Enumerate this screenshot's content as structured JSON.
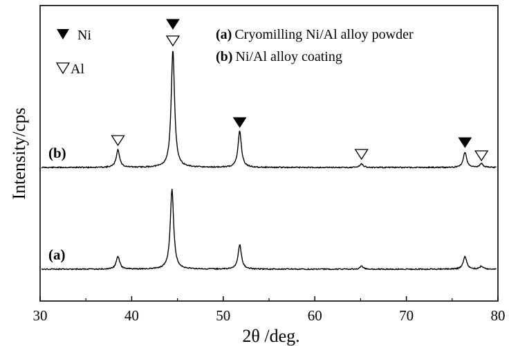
{
  "chart_data": {
    "type": "line",
    "title": "",
    "xlabel": "2θ /deg.",
    "ylabel": "Intensity/cps",
    "xlim": [
      30,
      80
    ],
    "xticks": [
      "30",
      "40",
      "50",
      "60",
      "70",
      "80"
    ],
    "y_ticks_labeled": false,
    "grid": false,
    "series": [
      {
        "name": "(b)",
        "peaks": [
          {
            "x": 38.5,
            "height": 0.15,
            "phase": "Al"
          },
          {
            "x": 44.5,
            "height": 1.0,
            "phase": "Ni"
          },
          {
            "x": 51.8,
            "height": 0.31,
            "phase": "Ni"
          },
          {
            "x": 65.1,
            "height": 0.03,
            "phase": "Al"
          },
          {
            "x": 76.4,
            "height": 0.13,
            "phase": "Ni"
          },
          {
            "x": 78.2,
            "height": 0.03,
            "phase": "Al"
          }
        ]
      },
      {
        "name": "(a)",
        "peaks": [
          {
            "x": 38.5,
            "height": 0.11,
            "phase": "Al"
          },
          {
            "x": 44.4,
            "height": 0.68,
            "phase": "Ni"
          },
          {
            "x": 51.8,
            "height": 0.21,
            "phase": "Ni"
          },
          {
            "x": 65.1,
            "height": 0.025,
            "phase": "Al"
          },
          {
            "x": 76.4,
            "height": 0.11,
            "phase": "Ni"
          },
          {
            "x": 78.2,
            "height": 0.025,
            "phase": "Al"
          }
        ]
      }
    ],
    "peak_markers": [
      {
        "x": 38.5,
        "symbol": "Al"
      },
      {
        "x": 44.5,
        "symbol": "Ni"
      },
      {
        "x": 44.5,
        "symbol": "Al"
      },
      {
        "x": 51.8,
        "symbol": "Ni"
      },
      {
        "x": 65.1,
        "symbol": "Al"
      },
      {
        "x": 76.4,
        "symbol": "Ni"
      },
      {
        "x": 78.2,
        "symbol": "Al"
      }
    ],
    "symbol_legend": [
      {
        "symbol": "Ni",
        "marker": "filled-triangle-down",
        "label": "Ni"
      },
      {
        "symbol": "Al",
        "marker": "open-triangle-down",
        "label": "Al"
      }
    ],
    "sample_legend": [
      {
        "tag": "(a)",
        "text": "Cryomilling Ni/Al alloy powder"
      },
      {
        "tag": "(b)",
        "text": "Ni/Al alloy coating"
      }
    ],
    "colors": {
      "line": "#000000",
      "background": "#ffffff"
    }
  }
}
